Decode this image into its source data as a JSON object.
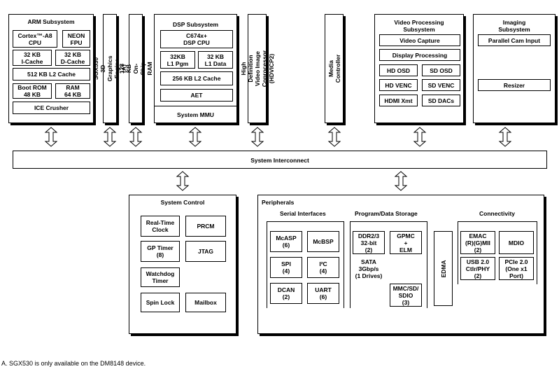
{
  "arm": {
    "title": "ARM Subsystem",
    "cortex": "Cortex™-A8\nCPU",
    "neon": "NEON\nFPU",
    "icache": "32 KB\nI-Cache",
    "dcache": "32 KB\nD-Cache",
    "l2": "512 KB L2 Cache",
    "bootrom": "Boot ROM\n48 KB",
    "ram": "RAM\n64 KB",
    "ice": "ICE Crusher"
  },
  "sgx": "SGX530 3D Graphics Engine (A)",
  "onchip": "128 KB On-Chip RAM",
  "dsp": {
    "title": "DSP Subsystem",
    "cpu": "C674x+\nDSP CPU",
    "l1pgm": "32KB\nL1 Pgm",
    "l1data": "32 KB\nL1 Data",
    "l2": "256 KB L2 Cache",
    "aet": "AET",
    "mmu": "System MMU"
  },
  "hdvicp": "High Definition Video Image\nCoprocessor (HDVICP2)",
  "media": "Media Controller",
  "video": {
    "title": "Video  Processing\nSubsystem",
    "capture": "Video Capture",
    "display": "Display Processing",
    "hdosd": "HD OSD",
    "sdosd": "SD OSD",
    "hdvenc": "HD VENC",
    "sdvenc": "SD VENC",
    "hdmi": "HDMI Xmt",
    "sddacs": "SD DACs"
  },
  "imaging": {
    "title": "Imaging\nSubsystem",
    "cam": "Parallel Cam Input",
    "resizer": "Resizer"
  },
  "interconnect": "System Interconnect",
  "sysctrl": {
    "title": "System Control",
    "rtc": "Real-Time\nClock",
    "prcm": "PRCM",
    "gptimer": "GP Timer\n(8)",
    "jtag": "JTAG",
    "watchdog": "Watchdog\nTimer",
    "spinlock": "Spin Lock",
    "mailbox": "Mailbox"
  },
  "periph": {
    "title": "Peripherals",
    "serial": {
      "title": "Serial Interfaces",
      "mcasp": "McASP\n(6)",
      "mcbsp": "McBSP",
      "spi": "SPI\n(4)",
      "i2c": "I²C\n(4)",
      "dcan": "DCAN\n(2)",
      "uart": "UART\n(6)"
    },
    "storage": {
      "title": "Program/Data Storage",
      "ddr": "DDR2/3\n32-bit\n(2)",
      "gpmc": "GPMC\n+\nELM",
      "sata": "SATA\n3Gbp/s\n(1 Drives)",
      "mmc": "MMC/SD/\nSDIO\n(3)"
    },
    "edma": "EDMA",
    "conn": {
      "title": "Connectivity",
      "emac": "EMAC\n(R)(G)MII\n(2)",
      "mdio": "MDIO",
      "usb": "USB 2.0\nCtlr/PHY\n(2)",
      "pcie": "PCIe 2.0\n(One x1\nPort)"
    }
  },
  "footnote": "A. SGX530 is only available on the DM8148 device."
}
